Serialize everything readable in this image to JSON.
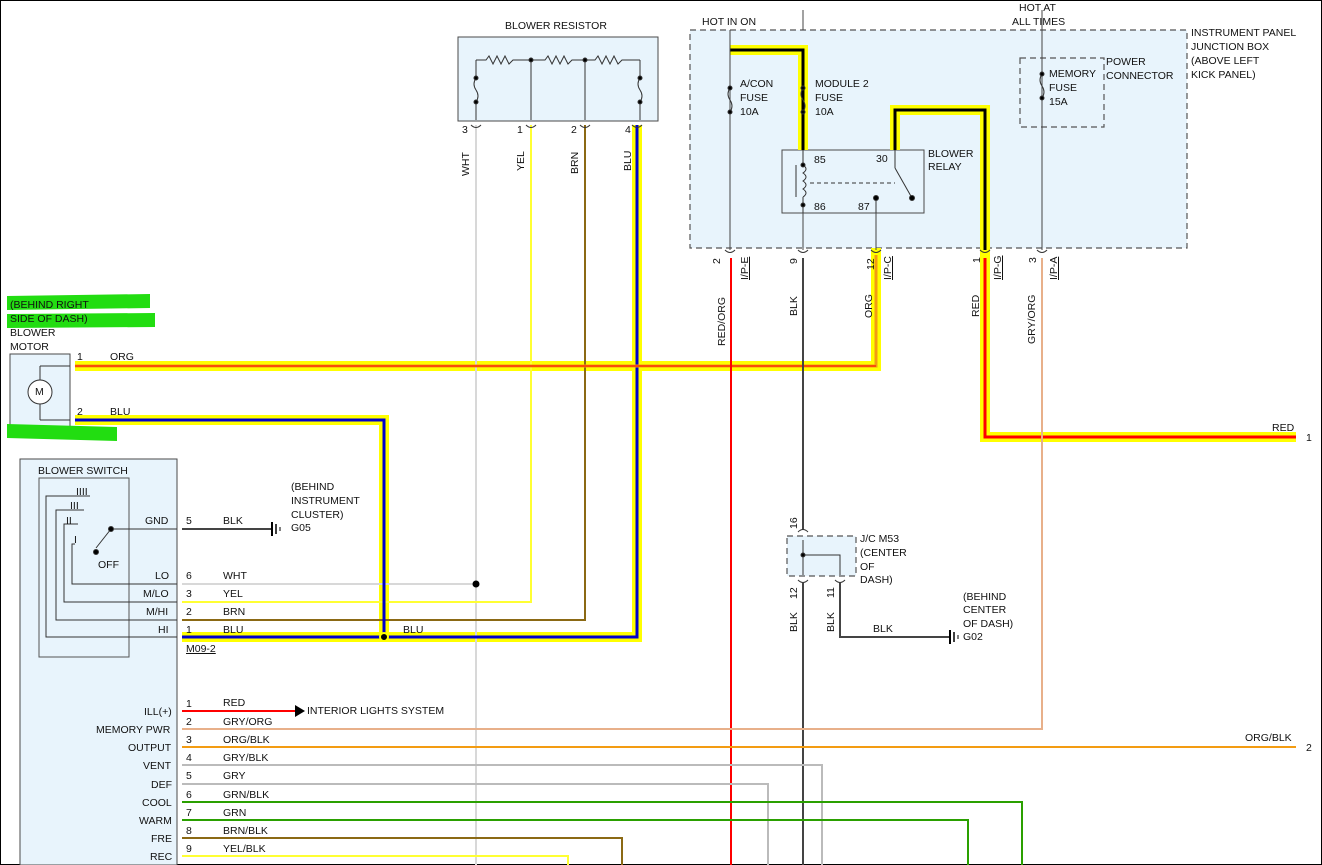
{
  "diagram": {
    "blower_resistor": {
      "title": "BLOWER RESISTOR",
      "pins": [
        "3",
        "1",
        "2",
        "4"
      ],
      "wires": [
        "WHT",
        "YEL",
        "BRN",
        "BLU"
      ]
    },
    "junction_box": {
      "hot_in_on": "HOT IN ON",
      "hot_at_all_times": [
        "HOT AT",
        "ALL TIMES"
      ],
      "title": [
        "INSTRUMENT PANEL",
        "JUNCTION BOX",
        "(ABOVE LEFT",
        "KICK PANEL)"
      ],
      "acon_fuse": [
        "A/CON",
        "FUSE",
        "10A"
      ],
      "module2_fuse": [
        "MODULE 2",
        "FUSE",
        "10A"
      ],
      "memory_fuse": [
        "MEMORY",
        "FUSE",
        "15A"
      ],
      "power_connector": [
        "POWER",
        "CONNECTOR"
      ],
      "blower_relay": [
        "BLOWER",
        "RELAY"
      ],
      "relay_pins": [
        "85",
        "30",
        "86",
        "87"
      ],
      "connectors": [
        {
          "pin": "2",
          "id": "I/P-E",
          "wire": "RED/ORG"
        },
        {
          "pin": "9",
          "id": "",
          "wire": "BLK"
        },
        {
          "pin": "12",
          "id": "I/P-C",
          "wire": "ORG"
        },
        {
          "pin": "1",
          "id": "I/P-G",
          "wire": "RED"
        },
        {
          "pin": "3",
          "id": "I/P-A",
          "wire": "GRY/ORG"
        }
      ]
    },
    "blower_motor": {
      "location": [
        "(BEHIND RIGHT",
        "SIDE OF DASH)"
      ],
      "title": [
        "BLOWER",
        "MOTOR"
      ],
      "symbol": "M",
      "pins": [
        {
          "pin": "1",
          "wire": "ORG"
        },
        {
          "pin": "2",
          "wire": "BLU"
        }
      ]
    },
    "blower_switch": {
      "title": "BLOWER SWITCH",
      "positions": [
        "IIII",
        "III",
        "II",
        "I",
        "OFF"
      ],
      "connector_id": "M09-2",
      "upper_pins": [
        {
          "label": "GND",
          "pin": "5",
          "wire": "BLK"
        },
        {
          "label": "LO",
          "pin": "6",
          "wire": "WHT"
        },
        {
          "label": "M/LO",
          "pin": "3",
          "wire": "YEL"
        },
        {
          "label": "M/HI",
          "pin": "2",
          "wire": "BRN"
        },
        {
          "label": "HI",
          "pin": "1",
          "wire": "BLU"
        }
      ],
      "lower_pins": [
        {
          "label": "ILL(+)",
          "pin": "1",
          "wire": "RED"
        },
        {
          "label": "MEMORY PWR",
          "pin": "2",
          "wire": "GRY/ORG"
        },
        {
          "label": "OUTPUT",
          "pin": "3",
          "wire": "ORG/BLK"
        },
        {
          "label": "VENT",
          "pin": "4",
          "wire": "GRY/BLK"
        },
        {
          "label": "DEF",
          "pin": "5",
          "wire": "GRY"
        },
        {
          "label": "COOL",
          "pin": "6",
          "wire": "GRN/BLK"
        },
        {
          "label": "WARM",
          "pin": "7",
          "wire": "GRN"
        },
        {
          "label": "FRE",
          "pin": "8",
          "wire": "BRN/BLK"
        },
        {
          "label": "REC",
          "pin": "9",
          "wire": "YEL/BLK"
        }
      ]
    },
    "ground_g05": {
      "location": [
        "(BEHIND",
        "INSTRUMENT",
        "CLUSTER)"
      ],
      "id": "G05"
    },
    "ground_g02": {
      "location": [
        "(BEHIND",
        "CENTER",
        "OF DASH)"
      ],
      "id": "G02",
      "wire": "BLK"
    },
    "jc_m53": {
      "title": [
        "J/C M53",
        "(CENTER",
        "OF",
        "DASH)"
      ],
      "pins": [
        "16",
        "12",
        "11"
      ],
      "wires": [
        "BLK",
        "BLK"
      ]
    },
    "hi_splice_wire": "BLU",
    "interior_lights": "INTERIOR LIGHTS SYSTEM",
    "offpage": [
      {
        "wire": "RED",
        "ref": "1"
      },
      {
        "wire": "ORG/BLK",
        "ref": "2"
      }
    ],
    "colors": {
      "highlight": "#ffff00",
      "green_marker": "#22dd11",
      "red": "#ff0000",
      "orange": "#f39c12",
      "blue": "#0000cc",
      "yellow": "#ffff33",
      "brown": "#8b6914",
      "white": "#d8d8d8",
      "gray_orange": "#e8b08a",
      "green": "#2aa000"
    }
  }
}
